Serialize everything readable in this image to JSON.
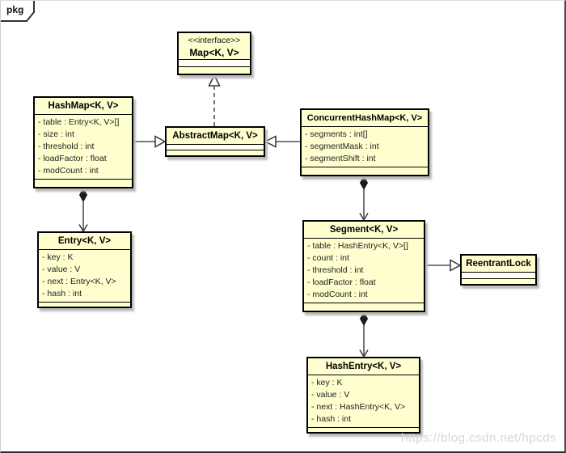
{
  "frame": {
    "tab_label": "pkg"
  },
  "watermark": "https://blog.csdn.net/hpcds",
  "colors": {
    "box_fill": "#FEFECE",
    "box_border": "#000000",
    "shadow": "#BDBDBD",
    "line": "#4F4F4F"
  },
  "classes": {
    "map": {
      "stereotype": "<<interface>>",
      "name": "Map<K, V>"
    },
    "hashmap": {
      "name": "HashMap<K, V>",
      "attrs": [
        "- table : Entry<K, V>[]",
        "- size : int",
        "- threshold : int",
        "- loadFactor : float",
        "- modCount : int"
      ]
    },
    "abstractmap": {
      "name": "AbstractMap<K, V>"
    },
    "concurrenthashmap": {
      "name": "ConcurrentHashMap<K, V>",
      "attrs": [
        "- segments : int[]",
        "- segmentMask : int",
        "- segmentShift : int"
      ]
    },
    "entry": {
      "name": "Entry<K, V>",
      "attrs": [
        "- key : K",
        "- value : V",
        "- next : Entry<K, V>",
        "- hash : int"
      ]
    },
    "segment": {
      "name": "Segment<K, V>",
      "attrs": [
        "- table : HashEntry<K, V>[]",
        "- count : int",
        "- threshold : int",
        "- loadFactor : float",
        "- modCount : int"
      ]
    },
    "reentrantlock": {
      "name": "ReentrantLock"
    },
    "hashentry": {
      "name": "HashEntry<K, V>",
      "attrs": [
        "- key : K",
        "- value : V",
        "- next : HashEntry<K, V>",
        "- hash : int"
      ]
    }
  },
  "relationships": [
    {
      "from": "HashMap",
      "to": "AbstractMap",
      "type": "generalization"
    },
    {
      "from": "ConcurrentHashMap",
      "to": "AbstractMap",
      "type": "generalization"
    },
    {
      "from": "AbstractMap",
      "to": "Map",
      "type": "realization"
    },
    {
      "from": "HashMap",
      "to": "Entry",
      "type": "composition"
    },
    {
      "from": "ConcurrentHashMap",
      "to": "Segment",
      "type": "composition"
    },
    {
      "from": "Segment",
      "to": "ReentrantLock",
      "type": "generalization"
    },
    {
      "from": "Segment",
      "to": "HashEntry",
      "type": "composition"
    }
  ]
}
